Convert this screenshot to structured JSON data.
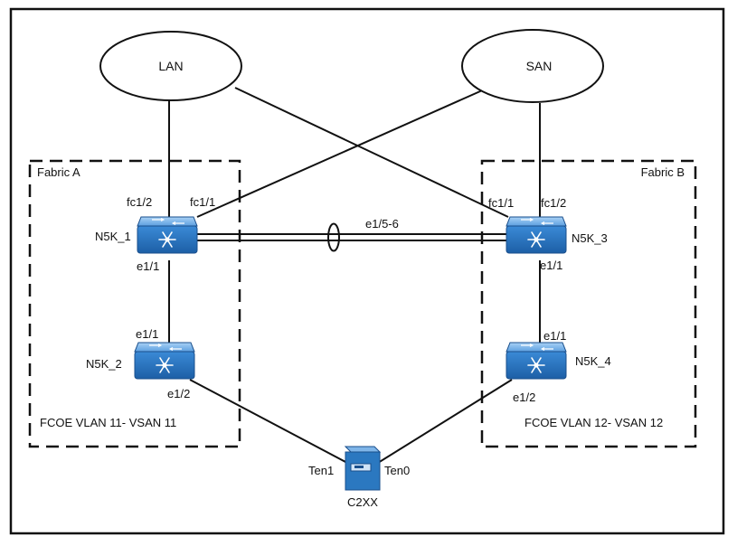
{
  "clouds": {
    "lan": "LAN",
    "san": "SAN"
  },
  "fabrics": {
    "a": {
      "title": "Fabric A",
      "vlan": "FCOE VLAN 11- VSAN 11"
    },
    "b": {
      "title": "Fabric B",
      "vlan": "FCOE VLAN 12- VSAN 12"
    }
  },
  "switches": {
    "n5k_1": "N5K_1",
    "n5k_2": "N5K_2",
    "n5k_3": "N5K_3",
    "n5k_4": "N5K_4"
  },
  "ports": {
    "n5k1_fc12": "fc1/2",
    "n5k1_fc11": "fc1/1",
    "n5k1_e11": "e1/1",
    "n5k2_e11": "e1/1",
    "n5k2_e12": "e1/2",
    "n5k3_fc11": "fc1/1",
    "n5k3_fc12": "fc1/2",
    "n5k3_e11": "e1/1",
    "n5k4_e11": "e1/1",
    "n5k4_e12": "e1/2",
    "port_channel": "e1/5-6"
  },
  "server": {
    "name": "C2XX",
    "ten1": "Ten1",
    "ten0": "Ten0"
  },
  "colors": {
    "switch_fill": "#2f80cc",
    "switch_top": "#6aaee8",
    "server_fill": "#2b78c0"
  }
}
